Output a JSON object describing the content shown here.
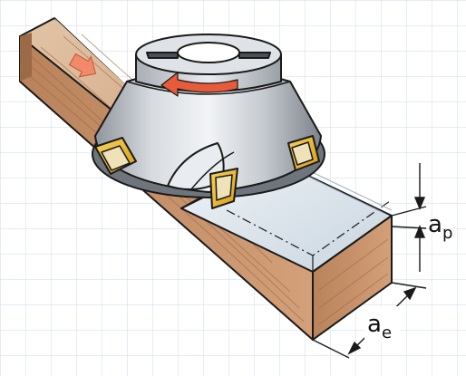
{
  "labels": {
    "ap_main": "a",
    "ap_sub": "p",
    "ae_main": "a",
    "ae_sub": "e"
  },
  "colors": {
    "grid": "#d6e1ef",
    "wood_top": "#d9b99a",
    "wood_front": "#c8956a",
    "wood_dark": "#a9744e",
    "machined": "#dde6ee",
    "cutter_body": "#c3c8ce",
    "insert": "#e8b52a",
    "arrow": "#e85a3a",
    "outline": "#1a1a1a"
  },
  "icons": {
    "feed_direction": "feed-arrow-icon",
    "rotation": "rotation-arrow-icon"
  }
}
